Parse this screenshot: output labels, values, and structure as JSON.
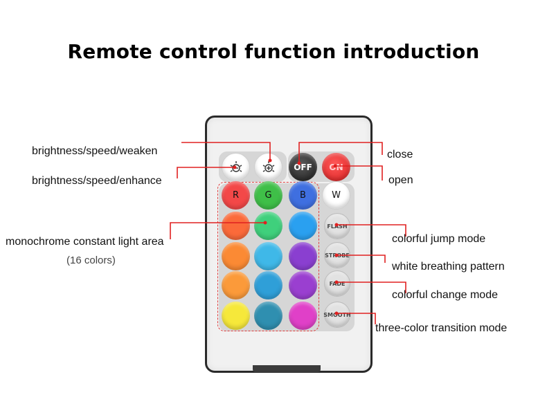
{
  "title": "Remote control function introduction",
  "annotations": {
    "weaken": "brightness/speed/weaken",
    "enhance": "brightness/speed/enhance",
    "mono": "monochrome constant light area",
    "mono_sub": "(16 colors)",
    "close": "close",
    "open": "open",
    "flash": "colorful jump mode",
    "strobe": "white breathing pattern",
    "fade": "colorful change mode",
    "smooth": "three-color transition mode"
  },
  "buttons": {
    "off": "OFF",
    "on": "ON",
    "r": "R",
    "g": "G",
    "b": "B",
    "w": "W",
    "flash": "FLASH",
    "strobe": "STROBE",
    "fade": "FADE",
    "smooth": "SMOOTH"
  },
  "colors": {
    "accent_line": "#e02020",
    "grid": [
      [
        "#f34848",
        "#3fbf48",
        "#3f6fe0"
      ],
      [
        "#fb6a3a",
        "#3fd07c",
        "#2aa0f0"
      ],
      [
        "#fb8a34",
        "#3fb8e8",
        "#8a3fd0"
      ],
      [
        "#fb9a3a",
        "#2f9fd8",
        "#9a3fd0"
      ],
      [
        "#f6e83a",
        "#2f8fb0",
        "#e040c8"
      ]
    ]
  }
}
